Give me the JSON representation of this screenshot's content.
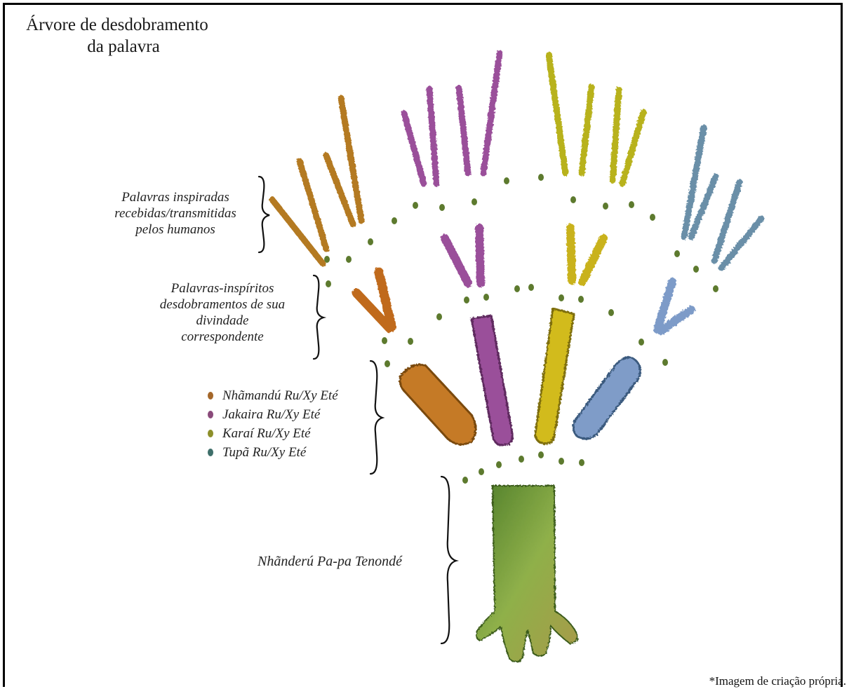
{
  "title": {
    "line1": "Árvore de desdobramento",
    "line2": "da palavra"
  },
  "labels": {
    "humans": [
      "Palavras inspiradas",
      "recebidas/transmitidas",
      "pelos humanos"
    ],
    "spirits": [
      "Palavras-inspíritos",
      "desdobramentos de sua",
      "divindade",
      "correspondente"
    ],
    "tree_base": "Nhãnderú Pa-pa Tenondé"
  },
  "legend": [
    {
      "label": "Nhãmandú Ru/Xy Eté",
      "color": "#a4672a"
    },
    {
      "label": "Jakaira Ru/Xy Eté",
      "color": "#8a4a7a"
    },
    {
      "label": "Karaí Ru/Xy Eté",
      "color": "#8d8f2a"
    },
    {
      "label": "Tupã Ru/Xy Eté",
      "color": "#3f6f6a"
    }
  ],
  "colors": {
    "trunk": "#6e9a3a",
    "nhamandu": "#b8701e",
    "jakaira": "#9a4f9a",
    "karai": "#c9b21c",
    "tupa": "#6f8fb8",
    "dots": "#5d7a2e"
  },
  "credit": "*Imagem de criação própria."
}
